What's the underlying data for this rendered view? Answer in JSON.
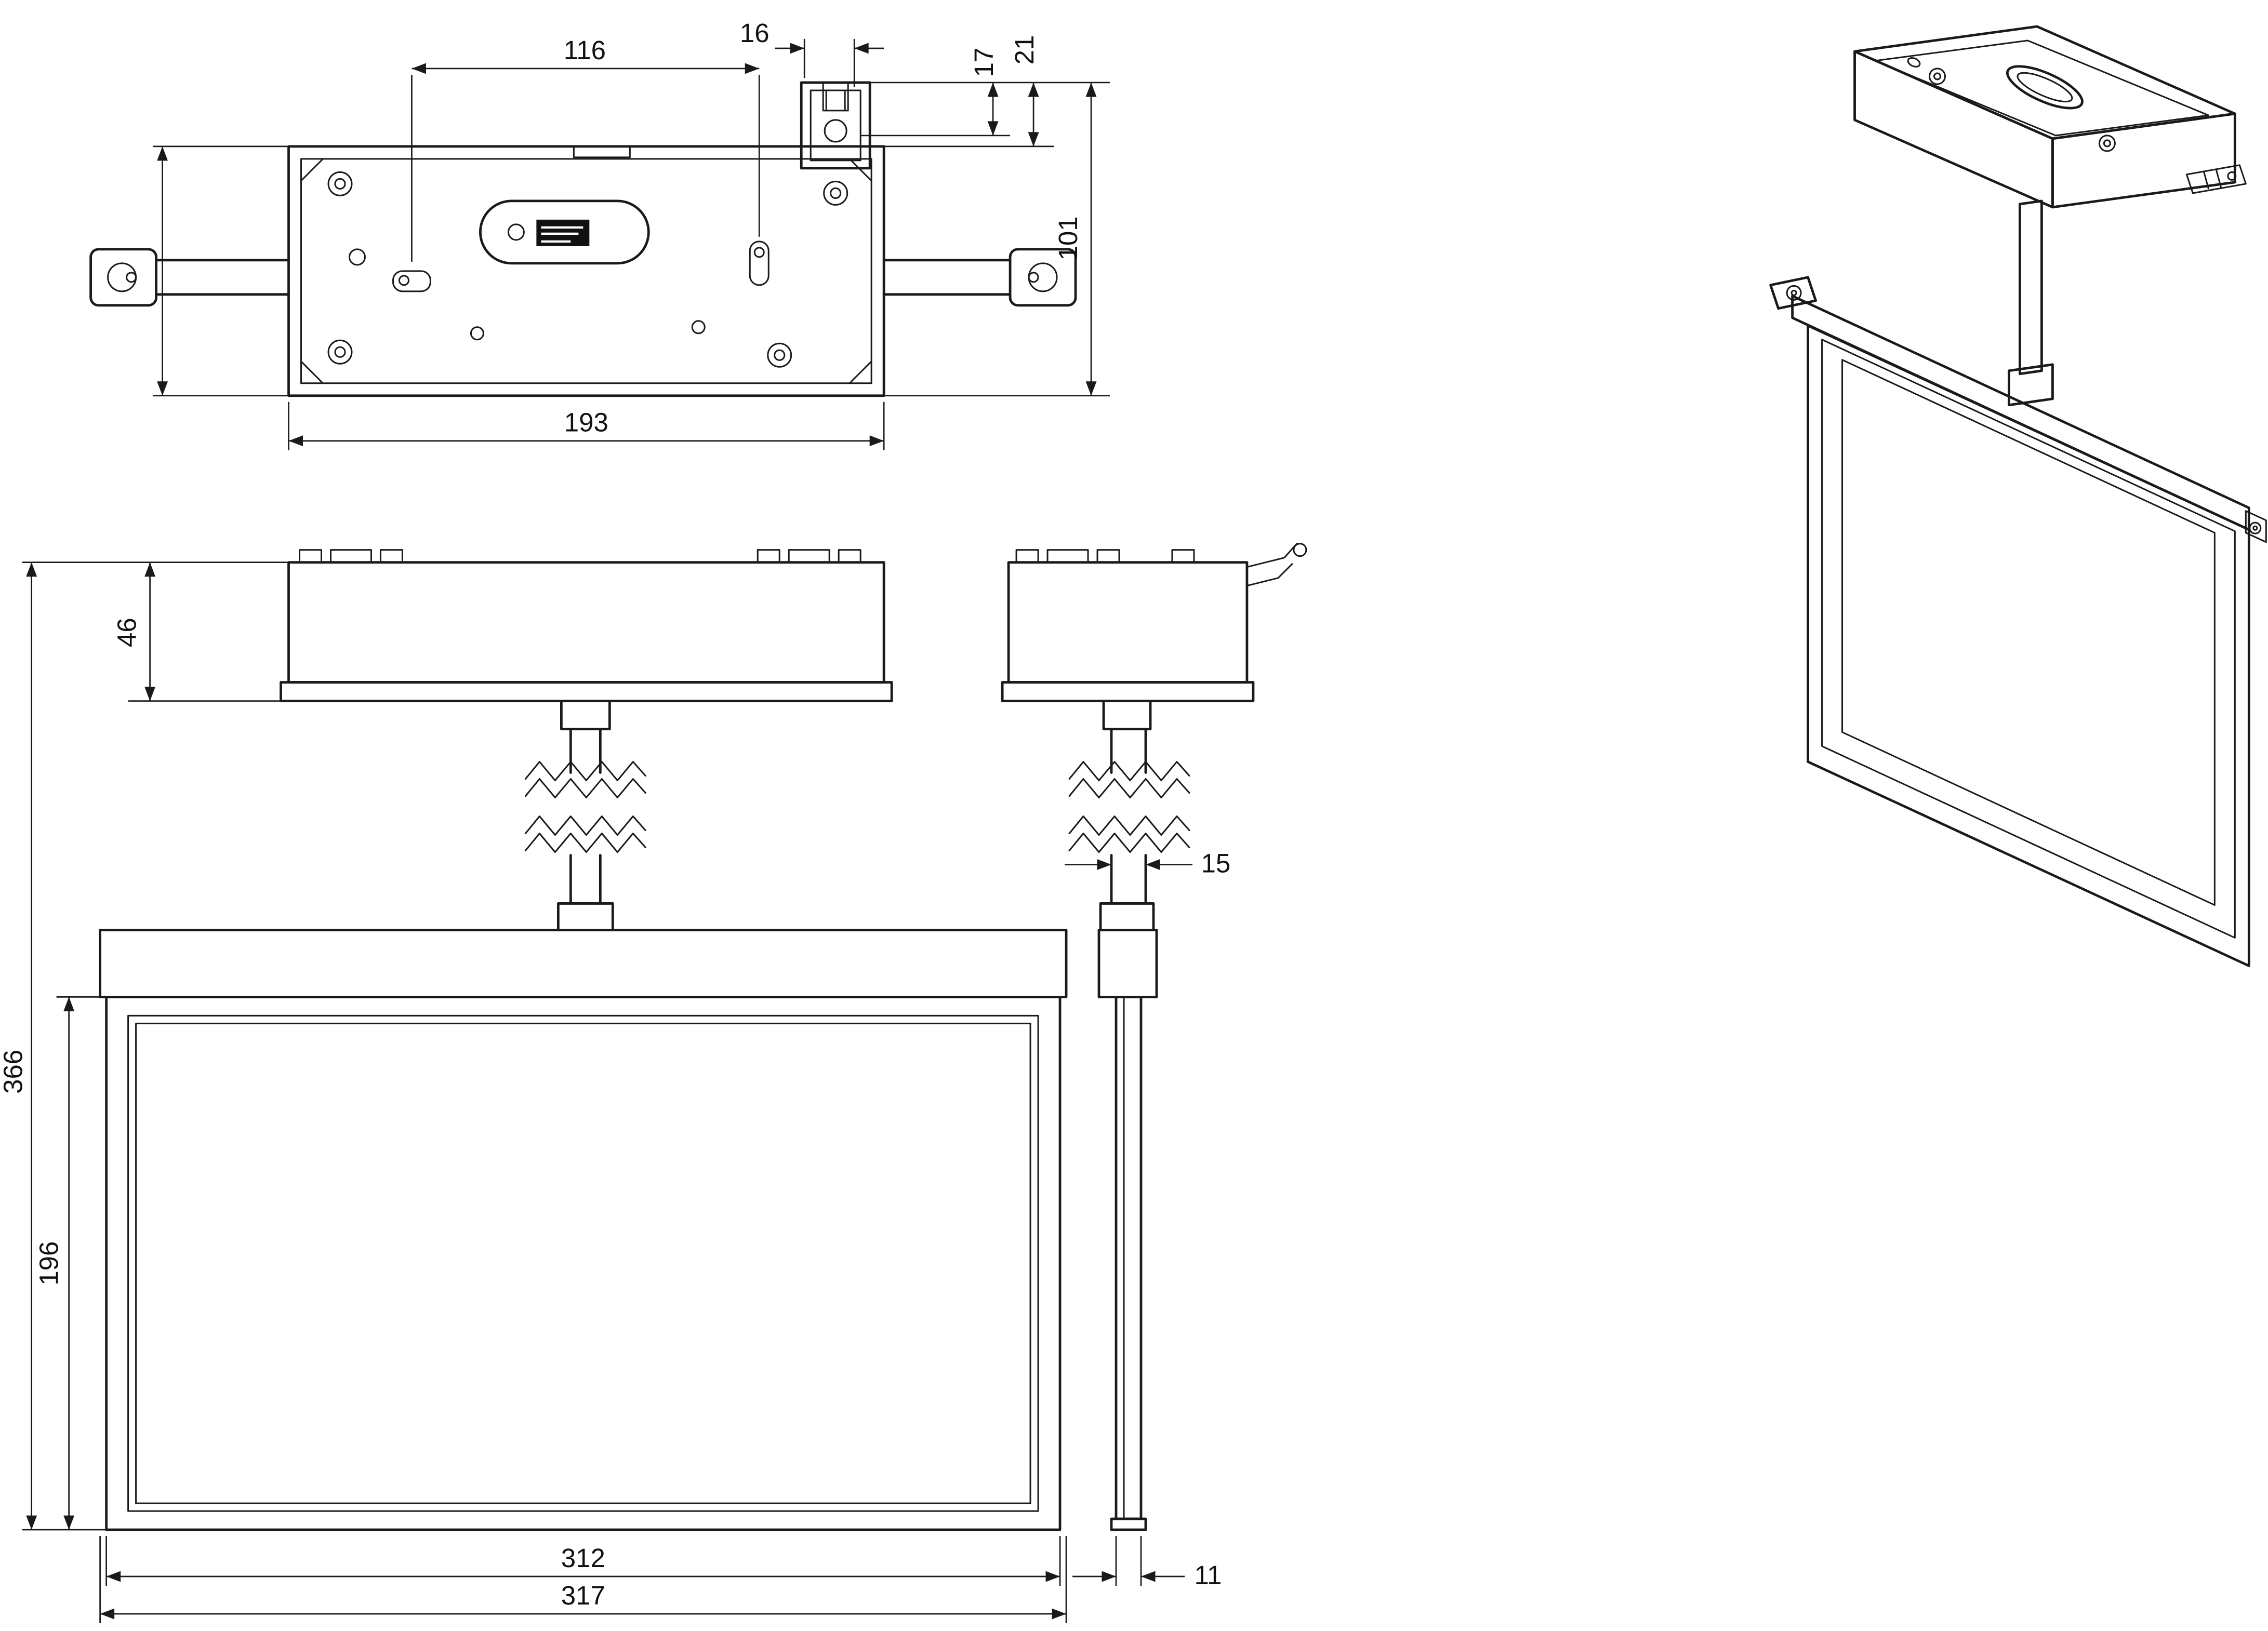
{
  "drawing": {
    "kind": "technical-dimension-drawing",
    "background": "#ffffff",
    "line_color": "#1a1a1a"
  },
  "dims": {
    "d116": "116",
    "d16": "16",
    "d17": "17",
    "d21": "21",
    "d101": "101",
    "d193": "193",
    "d46": "46",
    "d366": "366",
    "d196": "196",
    "d312": "312",
    "d317": "317",
    "d15": "15",
    "d11": "11"
  }
}
